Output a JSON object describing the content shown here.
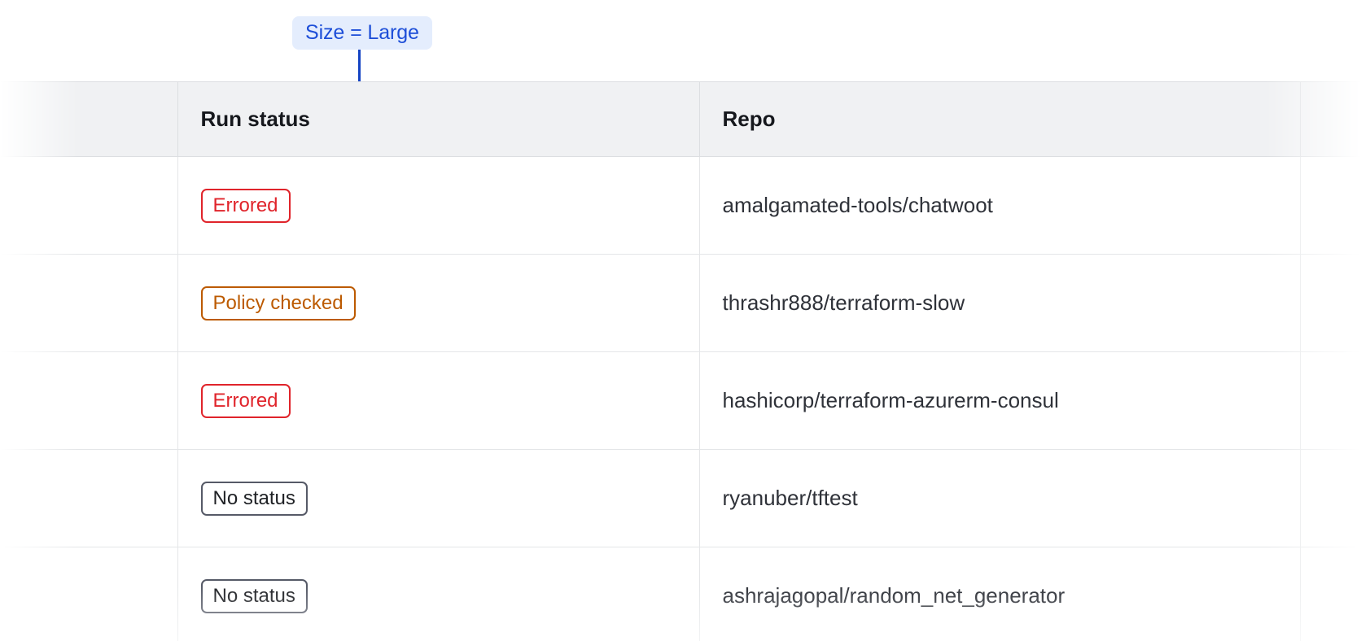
{
  "annotation": {
    "label": "Size = Large",
    "text_color": "#1d4ed8",
    "background_color": "#e4edfd",
    "leader_color": "#1443c3"
  },
  "table": {
    "columns": [
      {
        "key": "spacer",
        "label": ""
      },
      {
        "key": "run_status",
        "label": "Run status"
      },
      {
        "key": "repo",
        "label": "Repo"
      },
      {
        "key": "tail",
        "label": ""
      }
    ],
    "rows": [
      {
        "status": "Errored",
        "status_variant": "errored",
        "repo": "amalgamated-tools/chatwoot"
      },
      {
        "status": "Policy checked",
        "status_variant": "policy-checked",
        "repo": "thrashr888/terraform-slow"
      },
      {
        "status": "Errored",
        "status_variant": "errored",
        "repo": "hashicorp/terraform-azurerm-consul"
      },
      {
        "status": "No status",
        "status_variant": "no-status",
        "repo": "ryanuber/tftest"
      },
      {
        "status": "No status",
        "status_variant": "no-status",
        "repo": "ashrajagopal/random_net_generator"
      }
    ],
    "status_colors": {
      "errored": "#e0242b",
      "policy_checked": "#bc5a00",
      "no_status": "#565a67"
    },
    "header_background": "#f0f1f3",
    "border_color": "#dcdee1"
  }
}
